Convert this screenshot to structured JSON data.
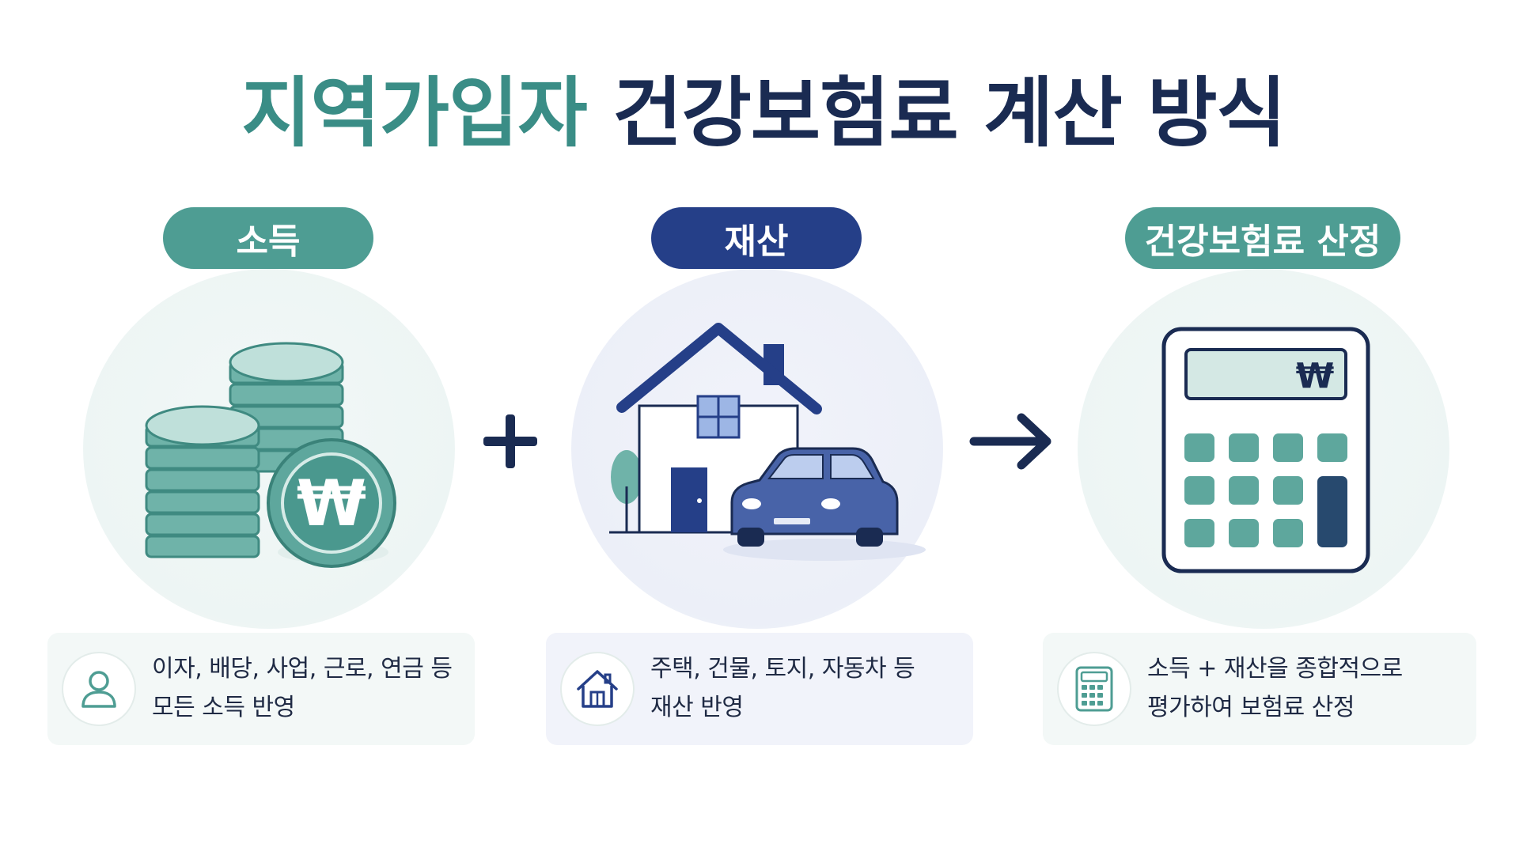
{
  "title": {
    "accent": "지역가입자",
    "main": "건강보험료 계산 방식"
  },
  "sections": [
    {
      "label": "소득",
      "lines": [
        "이자, 배당, 사업, 근로, 연금 등",
        "모든 소득 반영"
      ]
    },
    {
      "label": "재산",
      "lines": [
        "주택, 건물, 토지, 자동차 등",
        "재산 반영"
      ]
    },
    {
      "label": "건강보험료 산정",
      "lines": [
        "소득 + 재산을 종합적으로",
        "평가하여 보험료 산정"
      ]
    }
  ],
  "symbols": {
    "won": "₩"
  },
  "colors": {
    "teal": "#4e9d93",
    "navy": "#253f88",
    "dark": "#1a2b52"
  }
}
